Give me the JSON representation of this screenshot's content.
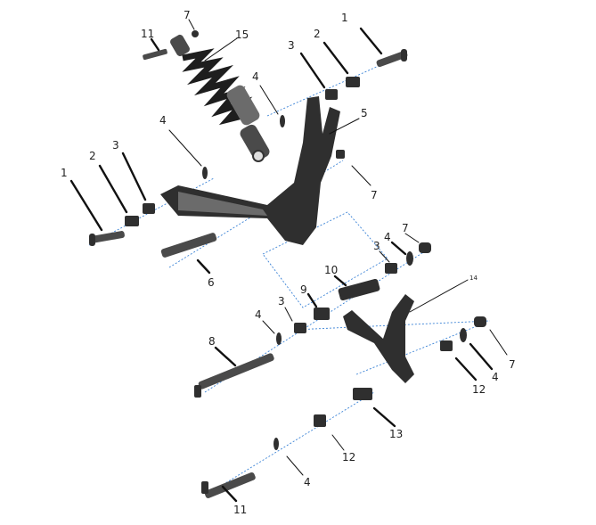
{
  "diagram": {
    "type": "exploded parts diagram",
    "colors": {
      "parts": "#2f2f2f",
      "axis_lines": "#3b83d6",
      "leaders": "#111111"
    },
    "callouts": [
      "7",
      "11",
      "15",
      "1",
      "2",
      "3",
      "4",
      "5",
      "4",
      "3",
      "2",
      "1",
      "7",
      "6",
      "7",
      "4",
      "3",
      "10",
      "9",
      "14",
      "3",
      "4",
      "8",
      "7",
      "4",
      "12",
      "13",
      "12",
      "4",
      "11"
    ]
  }
}
